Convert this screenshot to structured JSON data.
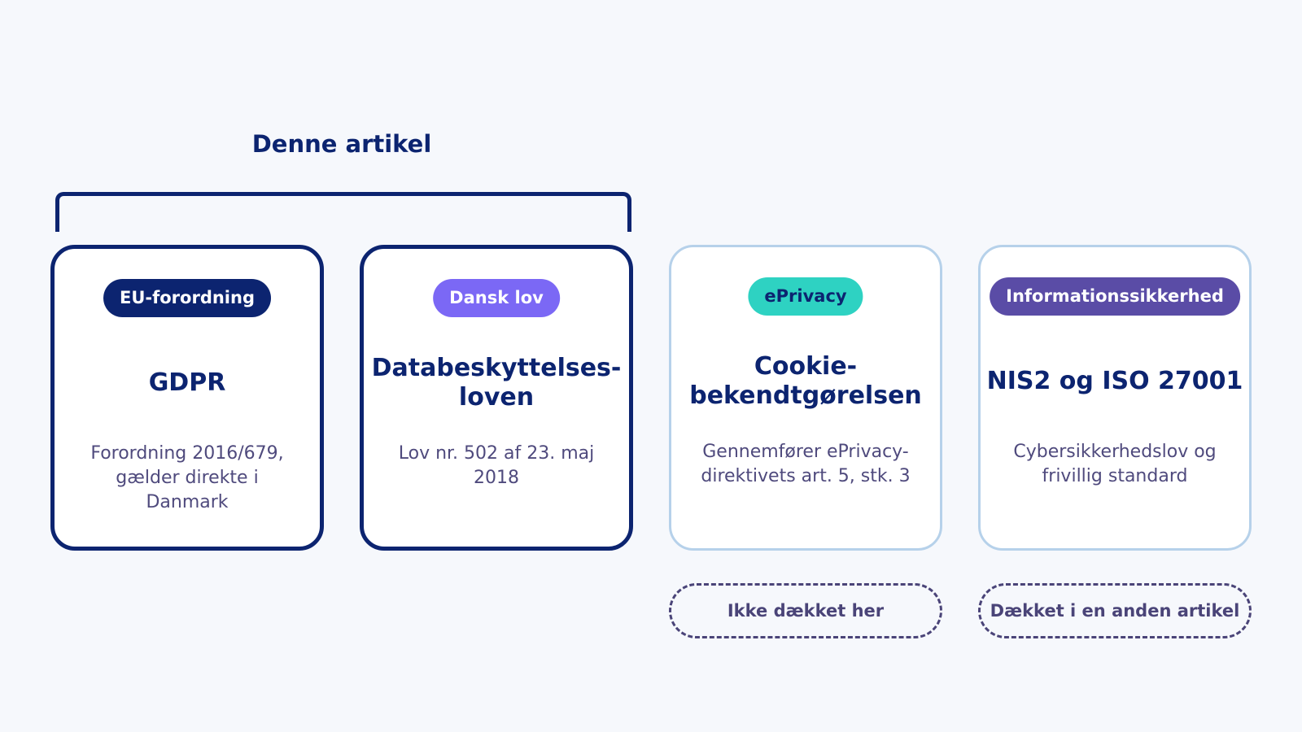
{
  "bracket": {
    "label": "Denne artikel"
  },
  "cards": [
    {
      "badge": "EU-forordning",
      "badge_color": "#0c2470",
      "badge_text_color": "#ffffff",
      "title": "GDPR",
      "description": "Forordning 2016/679, gælder direkte i Danmark"
    },
    {
      "badge": "Dansk lov",
      "badge_color": "#7b68f5",
      "badge_text_color": "#ffffff",
      "title": "Databeskyttelses-loven",
      "description": "Lov nr. 502 af 23. maj 2018"
    },
    {
      "badge": "ePrivacy",
      "badge_color": "#2ed2c2",
      "badge_text_color": "#0c2470",
      "title": "Cookie-bekendtgørelsen",
      "description": "Gennemfører ePrivacy-direktivets art. 5, stk. 3"
    },
    {
      "badge": "Informationssikkerhed",
      "badge_color": "#5a4ca6",
      "badge_text_color": "#ffffff",
      "title": "NIS2 og ISO 27001",
      "description": "Cybersikkerhedslov og frivillig standard"
    }
  ],
  "notes": {
    "eprivacy": "Ikke dækket her",
    "security": "Dækket i en anden artikel"
  },
  "colors": {
    "primary": "#0c2470",
    "background": "#f6f8fc",
    "card_border_light": "#b6d1ea",
    "description_text": "#4f4a7d",
    "note_border": "#4a4478"
  }
}
